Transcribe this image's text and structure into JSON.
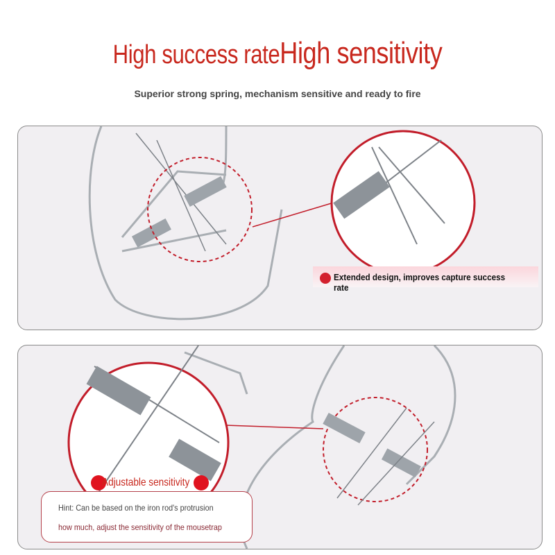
{
  "header": {
    "title_part1": "High success rate",
    "title_part2": "High sensitivity",
    "subtitle": "Superior strong spring, mechanism sensitive and ready to fire"
  },
  "panel_top": {
    "caption": "Extended design, improves capture success rate"
  },
  "panel_bottom": {
    "caption": "Adjustable sensitivity",
    "hint_line1": "Hint: Can be based on the iron rod's protrusion",
    "hint_line2": "how much, adjust the sensitivity of the mousetrap"
  },
  "colors": {
    "accent": "#c8281e",
    "dashed_circle": "#c21d2a"
  }
}
